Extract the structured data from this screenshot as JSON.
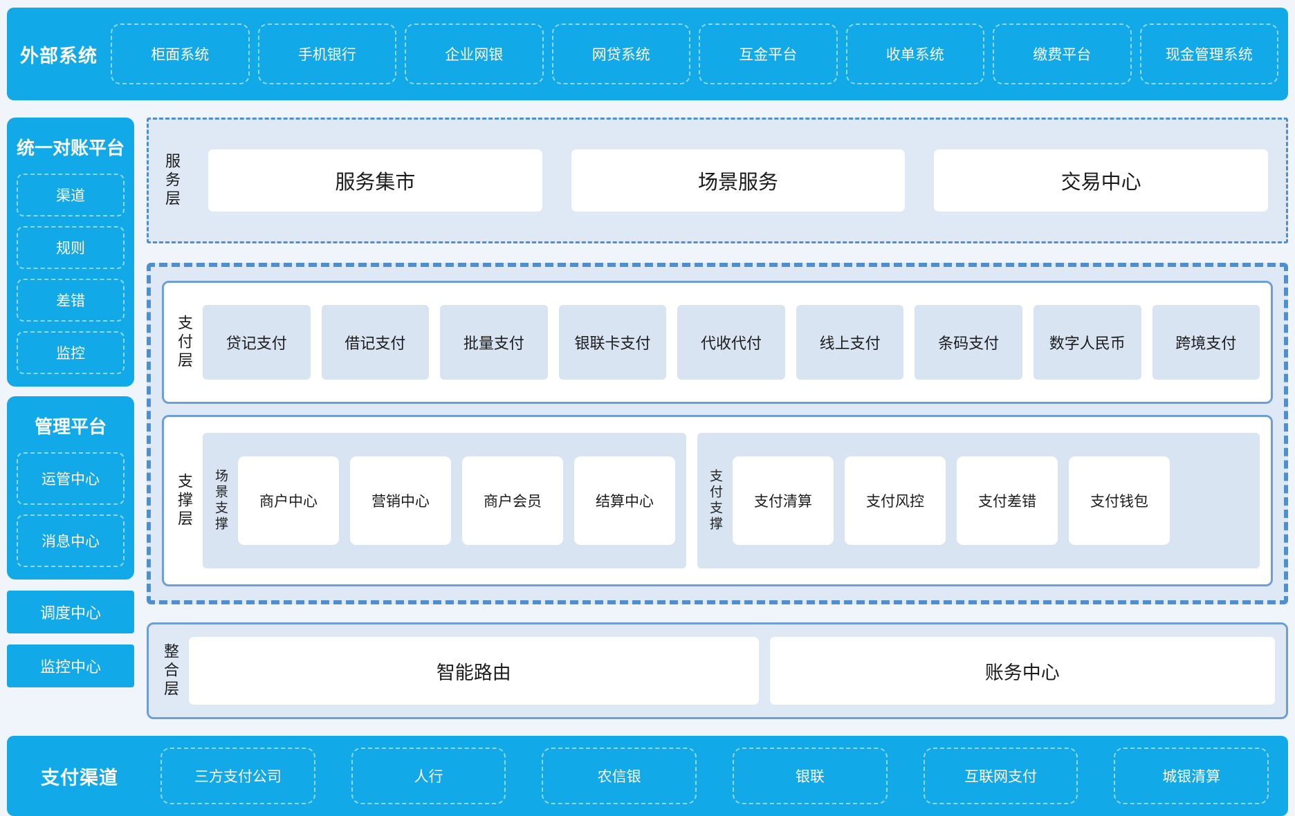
{
  "colors": {
    "bar_blue": "#12a9e9",
    "page_bg": "#eff5fa",
    "panel_bg": "#dfe9f5",
    "cell_bg": "#d9e4f2",
    "solid_border_blue": "#6b9fd6",
    "dashed_border_blue": "#4e8fd0",
    "light_dash_on_blue": "#8edaf6",
    "text_dark": "#1b1b1b",
    "text_white": "#ffffff"
  },
  "top_bar": {
    "title": "外部系统",
    "items": [
      "柜面系统",
      "手机银行",
      "企业网银",
      "网贷系统",
      "互金平台",
      "收单系统",
      "缴费平台",
      "现金管理系统"
    ]
  },
  "sidebar": {
    "recon_platform": {
      "title": "统一对账平台",
      "items": [
        "渠道",
        "规则",
        "差错",
        "监控"
      ]
    },
    "mgmt_platform": {
      "title": "管理平台",
      "items": [
        "运管中心",
        "消息中心"
      ]
    },
    "solo_boxes": [
      "调度中心",
      "监控中心"
    ]
  },
  "service_layer": {
    "label": "服务层",
    "items": [
      "服务集市",
      "场景服务",
      "交易中心"
    ]
  },
  "payment_layer": {
    "label": "支付层",
    "items": [
      "贷记支付",
      "借记支付",
      "批量支付",
      "银联卡支付",
      "代收代付",
      "线上支付",
      "条码支付",
      "数字人民币",
      "跨境支付"
    ]
  },
  "support_layer": {
    "label": "支撑层",
    "groups": [
      {
        "label": "场景支撑",
        "items": [
          "商户中心",
          "营销中心",
          "商户会员",
          "结算中心"
        ]
      },
      {
        "label": "支付支撑",
        "items": [
          "支付清算",
          "支付风控",
          "支付差错",
          "支付钱包"
        ]
      }
    ]
  },
  "integration_layer": {
    "label": "整合层",
    "items": [
      "智能路由",
      "账务中心"
    ]
  },
  "bottom_bar": {
    "title": "支付渠道",
    "items": [
      "三方支付公司",
      "人行",
      "农信银",
      "银联",
      "互联网支付",
      "城银清算"
    ]
  }
}
